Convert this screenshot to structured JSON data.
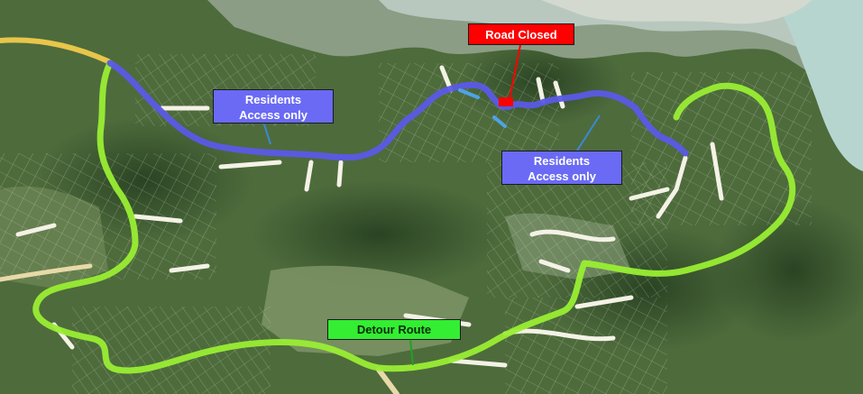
{
  "map": {
    "kind": "aerial-road-detour-map",
    "colors": {
      "detour_route": "#99ee33",
      "residents_access_route": "#5a5ae6",
      "road_closed": "#ff0000",
      "callout_residents": "#6a6af4",
      "callout_detour": "#33ee33",
      "water": "#b7d5cf",
      "vegetation": "#4b6a3a"
    }
  },
  "labels": {
    "road_closed": "Road Closed",
    "residents_access_1_line1": "Residents",
    "residents_access_1_line2": "Access only",
    "residents_access_2_line1": "Residents",
    "residents_access_2_line2": "Access only",
    "detour_route": "Detour Route"
  }
}
